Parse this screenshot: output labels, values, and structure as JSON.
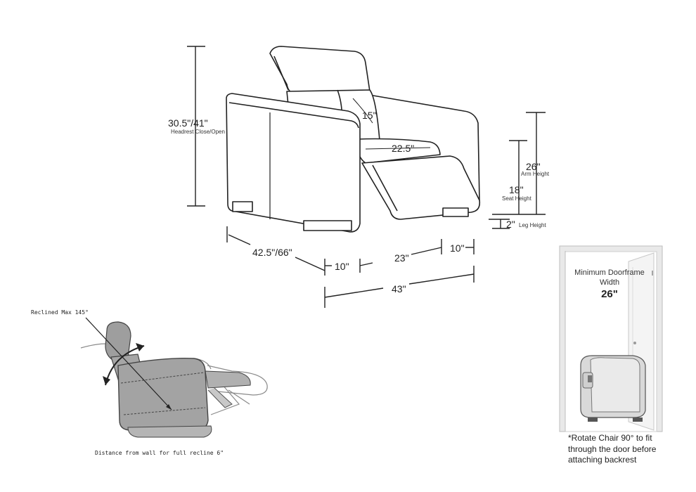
{
  "dimensions": {
    "height_headrest": "30.5\"/41\"",
    "height_headrest_caption": "Headrest Close/Open",
    "headrest_depth": "15\"",
    "seat_width": "22.5\"",
    "depth": "42.5\"/66\"",
    "arm_left": "10\"",
    "seat_span": "23\"",
    "arm_right": "10\"",
    "overall_width": "43\"",
    "arm_height": "26\"",
    "arm_height_caption": "Arm Height",
    "seat_height": "18\"",
    "seat_height_caption": "Seat Height",
    "leg_height": "2\"",
    "leg_height_caption": "Leg Height"
  },
  "recline": {
    "max_label": "Reclined Max 145°",
    "wall_note": "Distance from wall for full recline 6\""
  },
  "doorframe": {
    "title": "Minimum Doorframe Width",
    "value": "26\"",
    "note_prefix": "*",
    "note": "Rotate Chair 90° to fit through the door before attaching backrest"
  },
  "colors": {
    "line": "#222222",
    "chair_fill": "#ffffff",
    "gray_chair": "#9a9a9a",
    "door_frame": "#cfcfcf"
  }
}
